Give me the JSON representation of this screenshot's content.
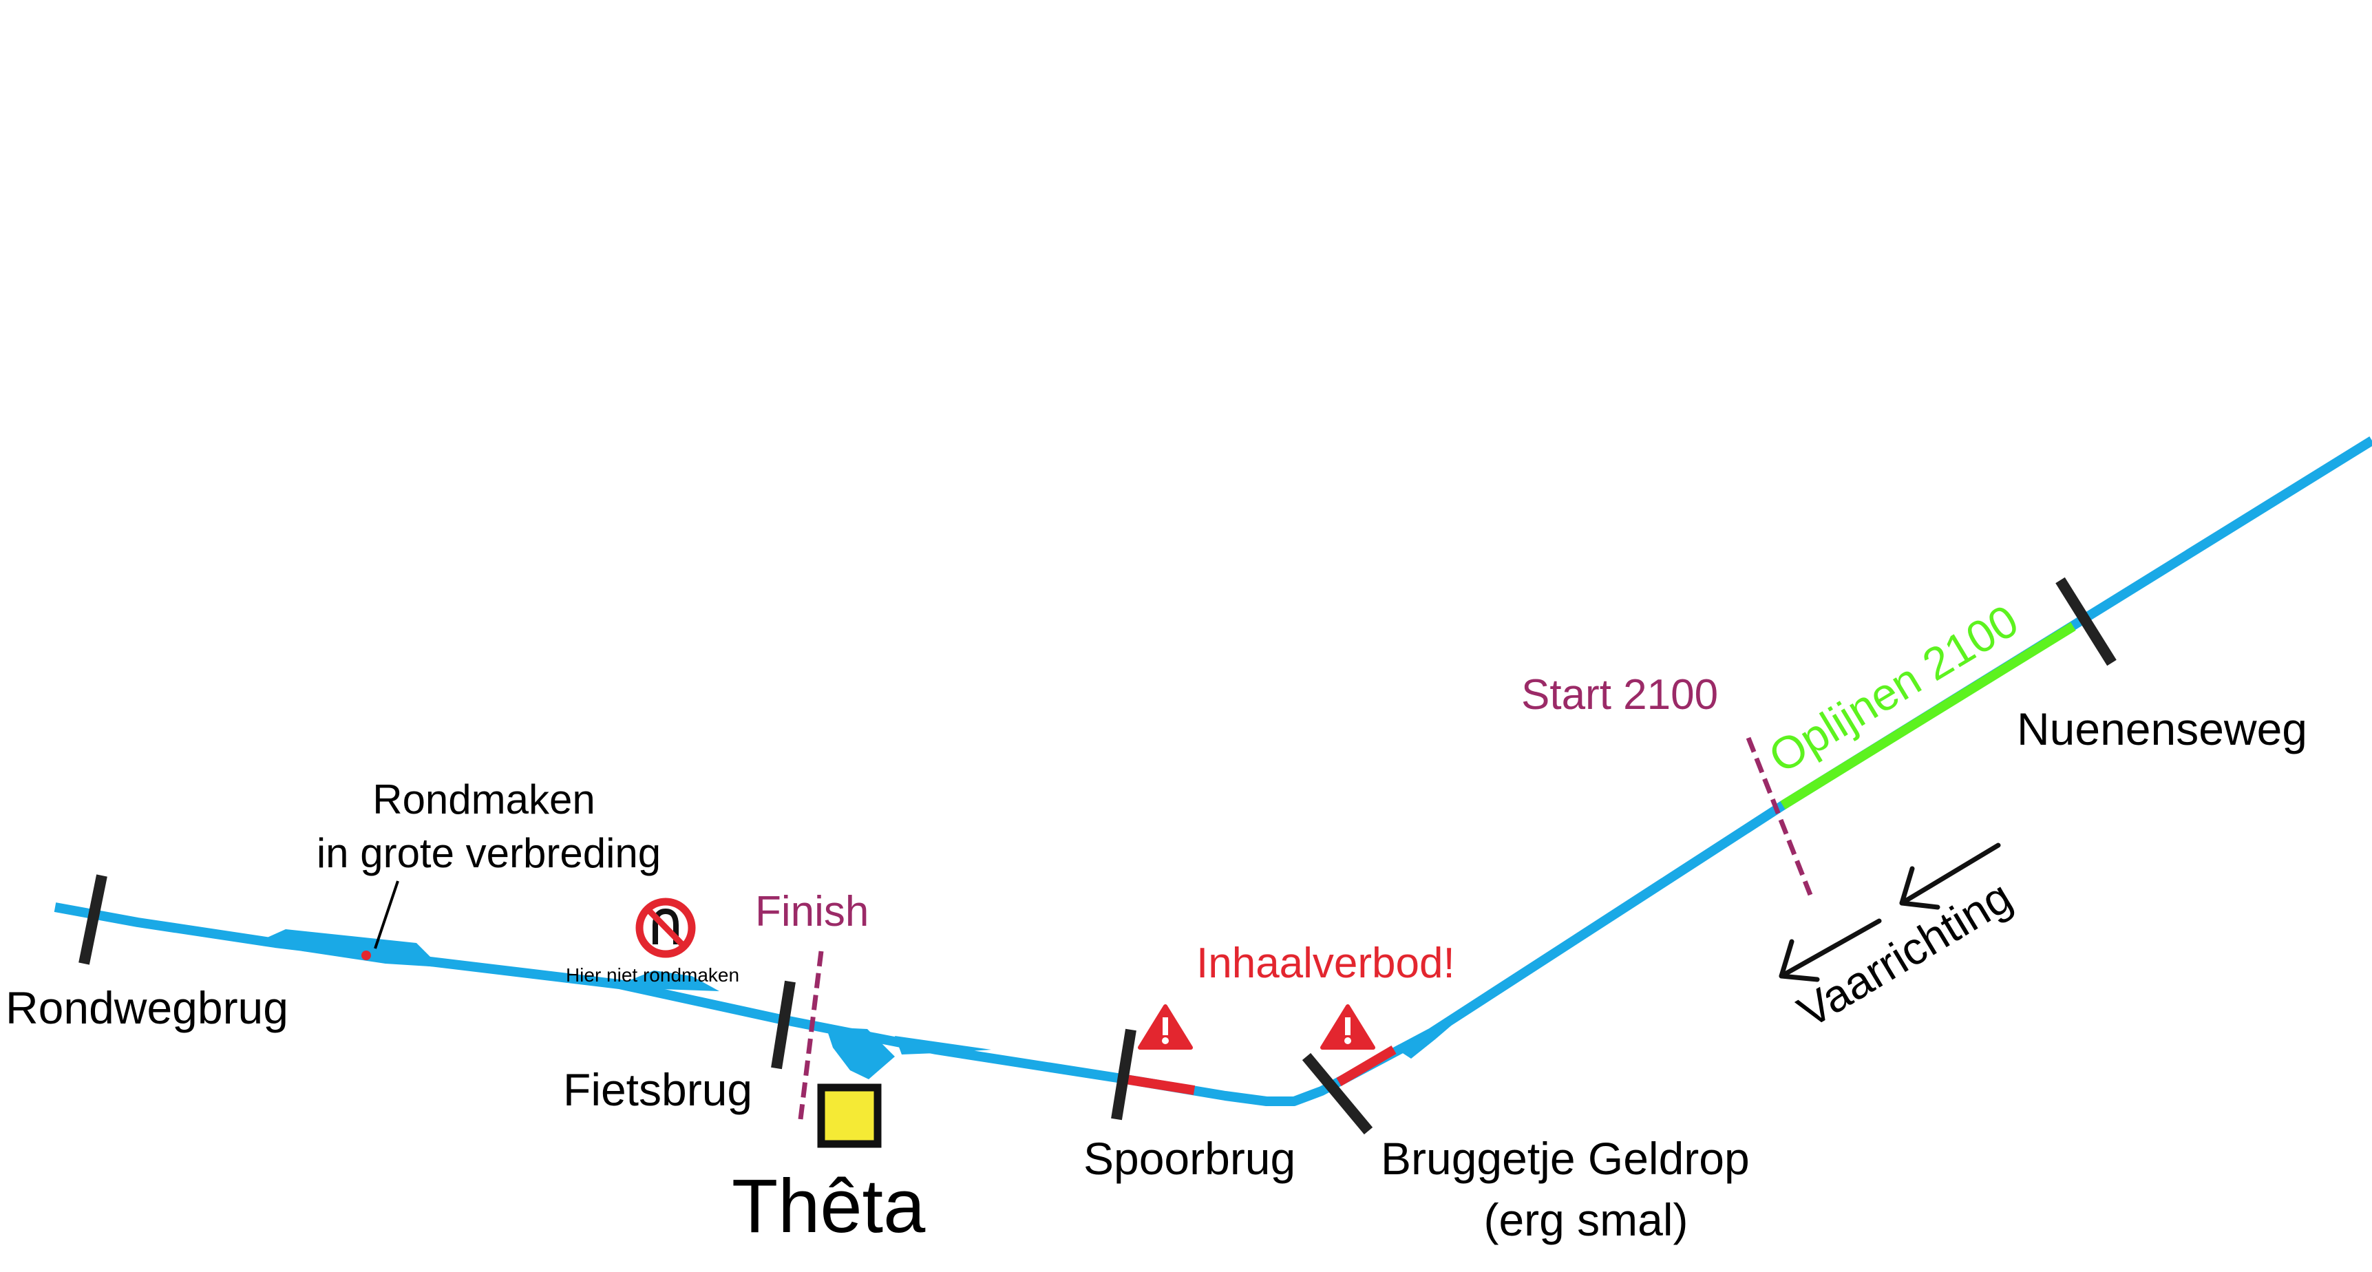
{
  "colors": {
    "river": "#1aa9e6",
    "bridge": "#222222",
    "restricted": "#e3262f",
    "lineup": "#5df21f",
    "race_line": "#9b2a67",
    "no_overtaking": "#e3262f",
    "boathouse_fill": "#f5ea35",
    "boathouse_border": "#111111"
  },
  "bridges": [
    {
      "name": "Rondwegbrug"
    },
    {
      "name": "Fietsbrug"
    },
    {
      "name": "Spoorbrug"
    },
    {
      "name": "Bruggetje Geldrop",
      "note": "(erg smal)"
    },
    {
      "name": "Nuenenseweg"
    }
  ],
  "turning": {
    "title": "Rondmaken",
    "subtitle": "in grote verbreding",
    "no_turn_text": "Hier niet rondmaken",
    "no_turn_icon": "no-u-turn-icon"
  },
  "race": {
    "finish": "Finish",
    "start": "Start 2100",
    "lineup": "Oplijnen 2100",
    "no_overtaking": "Inhaalverbod!",
    "warning_icon": "warning-triangle-icon"
  },
  "boathouse": {
    "name": "Thêta"
  },
  "direction": {
    "label": "Vaarrichting",
    "icon": "arrow-left-icon"
  }
}
